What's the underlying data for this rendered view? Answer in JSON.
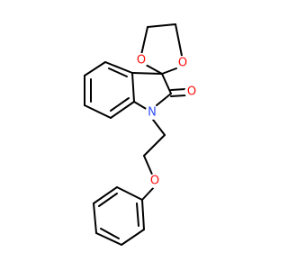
{
  "colors": {
    "bond": "#000000",
    "oxygen": "#ff0d0d",
    "nitrogen": "#3050f8",
    "background": "#ffffff"
  },
  "atoms": [
    {
      "id": "ring-o-left",
      "label": "O"
    },
    {
      "id": "ring-o-right",
      "label": "O"
    },
    {
      "id": "carbonyl-o",
      "label": "O"
    },
    {
      "id": "lactam-n",
      "label": "N"
    },
    {
      "id": "linker-o",
      "label": "O"
    }
  ]
}
